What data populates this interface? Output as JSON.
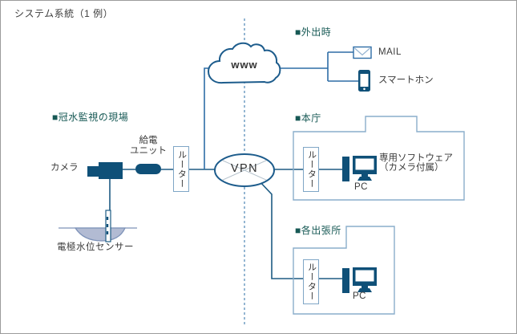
{
  "title": "システム系統（1 例）",
  "colors": {
    "icon_fill": "#0f5078",
    "network_stroke": "#1d5c8c",
    "connection_line": "#1e5c84",
    "cloud_branch_line": "#2e6da6",
    "office_box_border": "#8aadcb",
    "router_border": "#7fa6c6",
    "section_label": "#175955",
    "body_text": "#3a3a3a",
    "water_fill": "#b2bbd3",
    "water_stroke": "#7d92b8",
    "dashed_line": "#4e86b4"
  },
  "network": {
    "www_label": "www",
    "vpn_label": "VPN"
  },
  "site": {
    "section_label": "■冠水監視の現場",
    "camera_label": "カメラ",
    "power_unit_label_line1": "給電",
    "power_unit_label_line2": "ユニット",
    "router_label": "ルーター",
    "sensor_label": "電極水位センサー"
  },
  "mobile": {
    "section_label": "■外出時",
    "mail_label": "MAIL",
    "smartphone_label": "スマートホン"
  },
  "main_office": {
    "section_label": "■本庁",
    "router_label": "ルーター",
    "pc_label": "PC",
    "software_label_line1": "専用ソフトウェア",
    "software_label_line2": "（カメラ付属）"
  },
  "branch_office": {
    "section_label": "■各出張所",
    "router_label": "ルーター",
    "pc_label": "PC"
  }
}
